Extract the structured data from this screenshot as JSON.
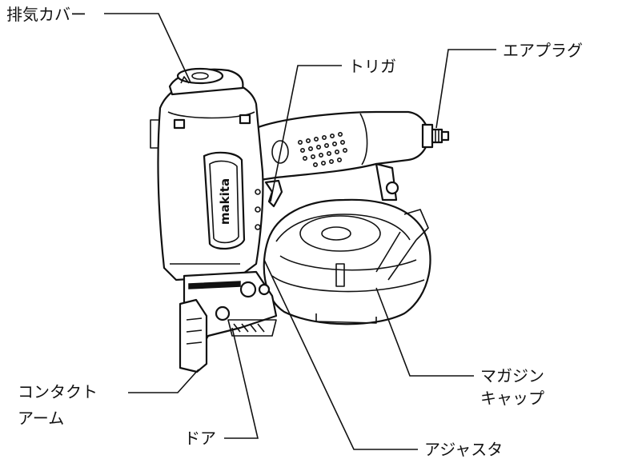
{
  "labels": {
    "exhaust_cover": "排気カバー",
    "trigger": "トリガ",
    "air_plug": "エアプラグ",
    "magazine_cap_line1": "マガジン",
    "magazine_cap_line2": "キャップ",
    "contact_arm_line1": "コンタクト",
    "contact_arm_line2": "アーム",
    "door": "ドア",
    "adjuster": "アジャスタ"
  },
  "brand_text": "makita",
  "colors": {
    "line": "#111111",
    "background": "#ffffff"
  }
}
